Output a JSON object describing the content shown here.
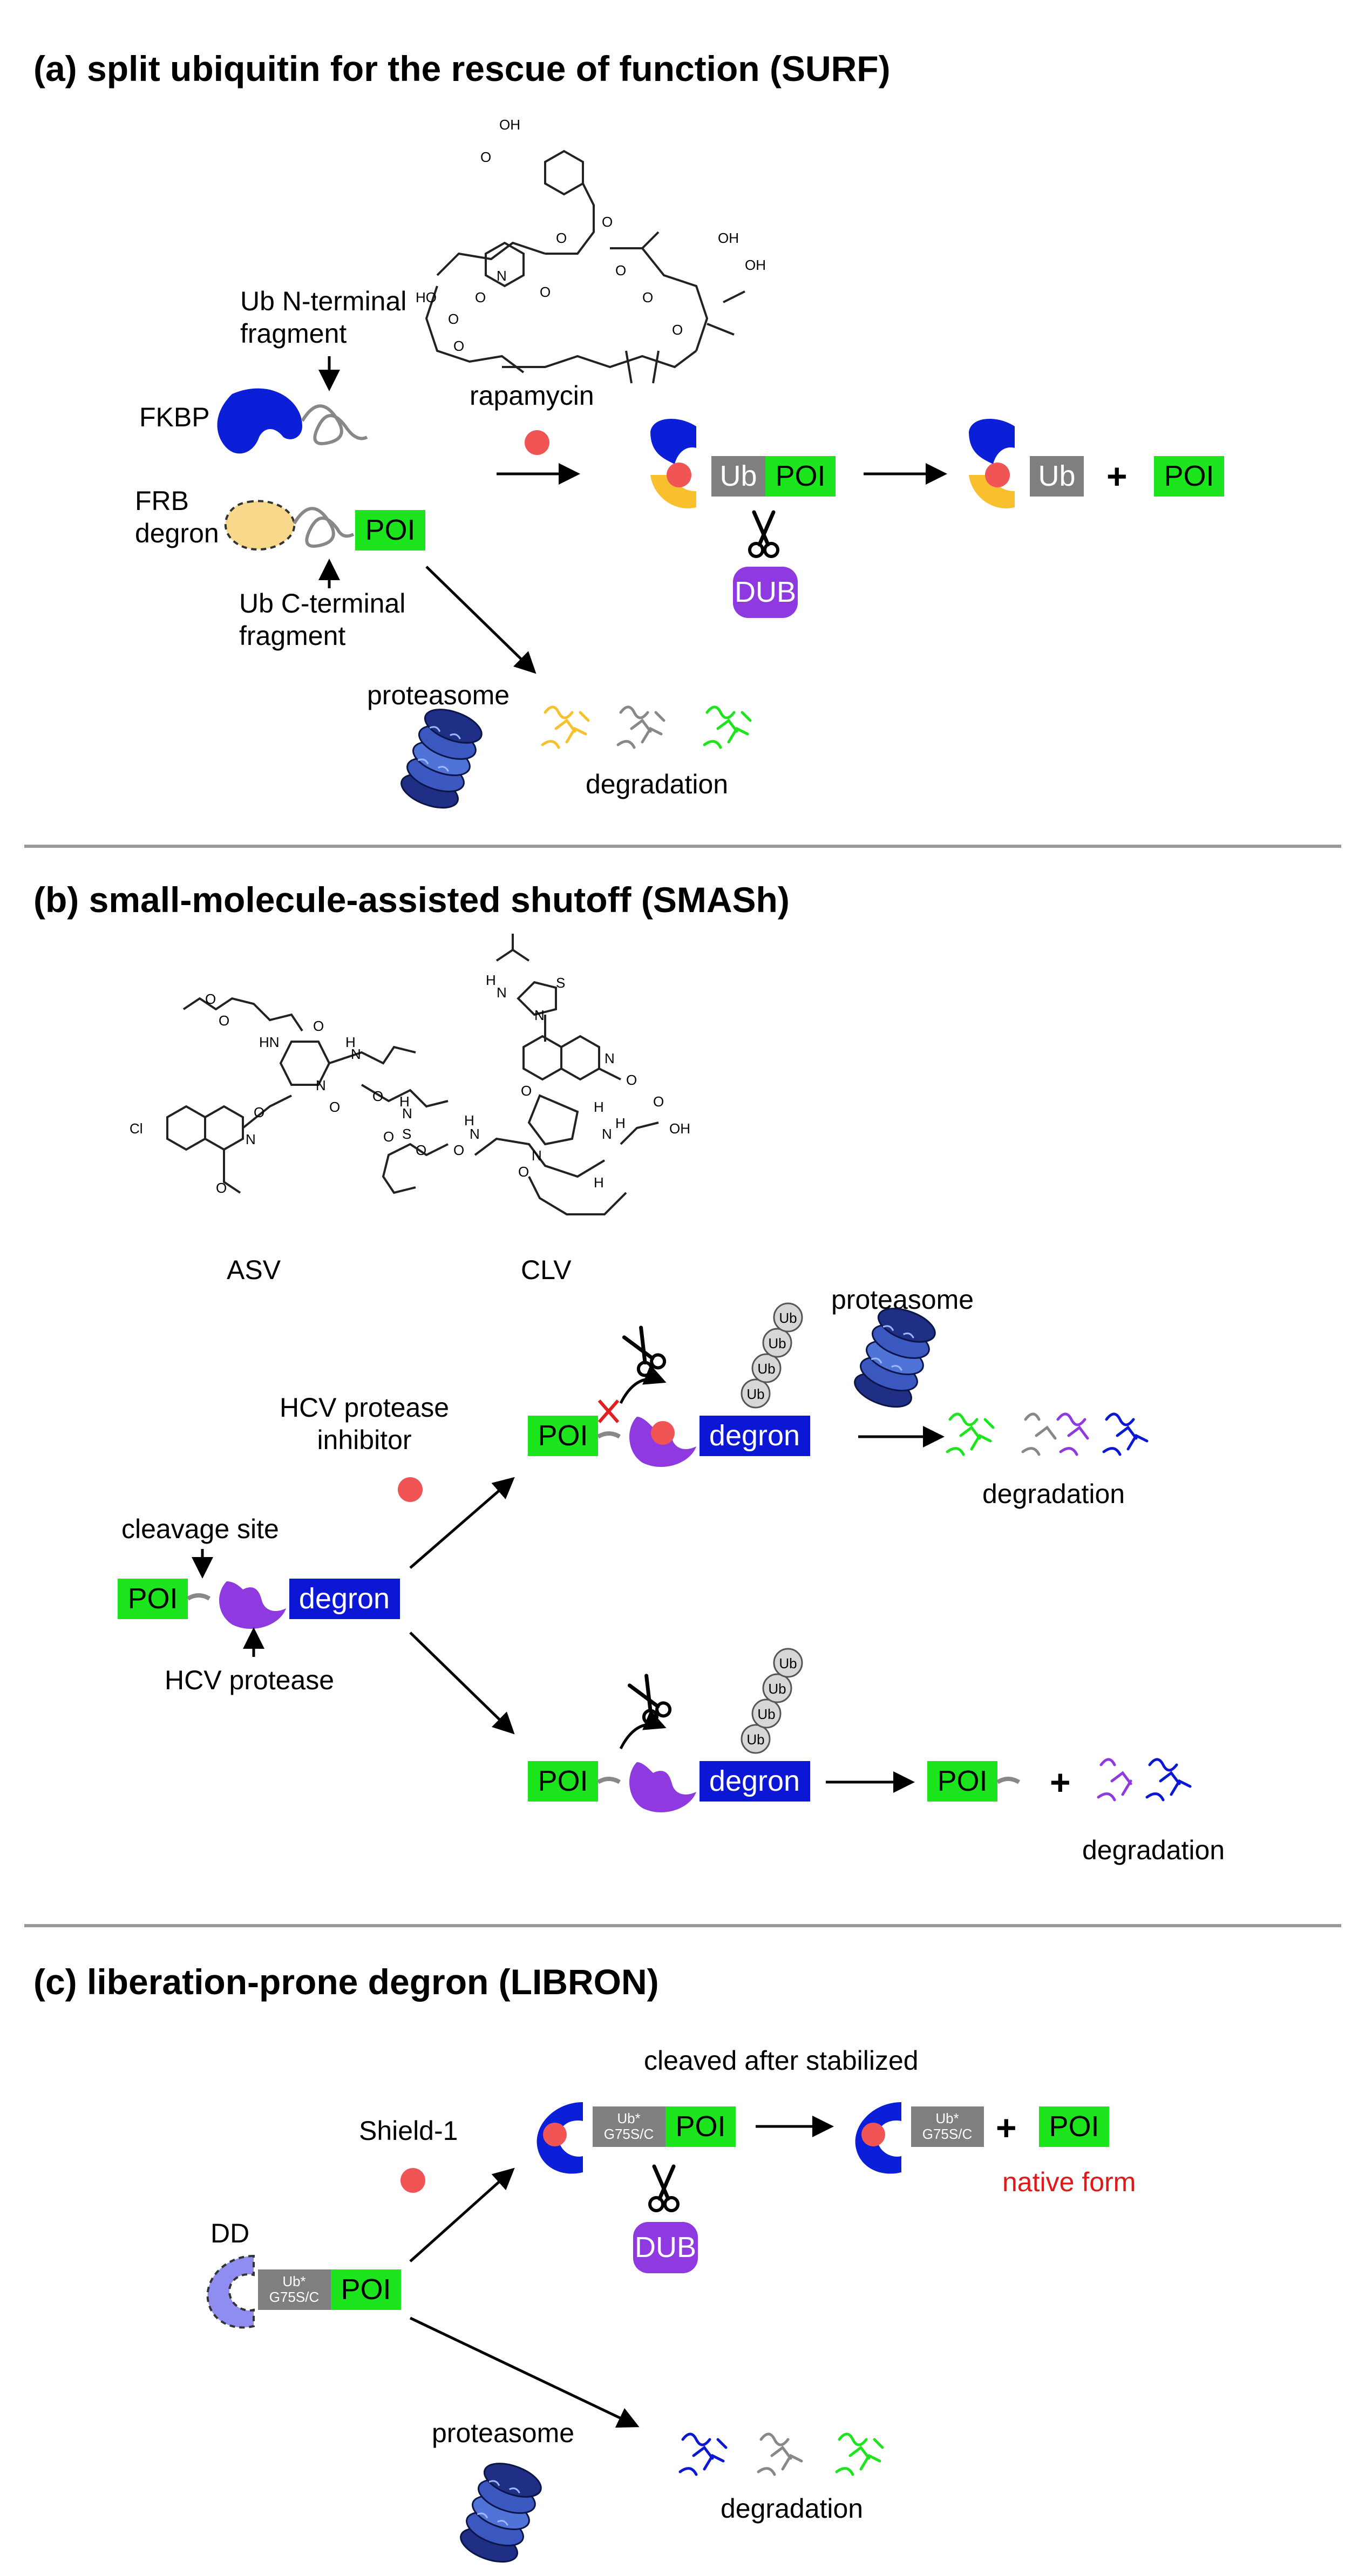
{
  "colors": {
    "poi": "#1de51d",
    "degron": "#0c17d6",
    "fkbp": "#0b1ed8",
    "frb": "#f8c02c",
    "frb_degron": "#f8d88a",
    "ub": "#7f7f7f",
    "dub": "#8e3ae0",
    "hcv_protease": "#8e3ae0",
    "small_molecule": "#f05454",
    "dd": "#8f8ef0",
    "ub_bead": "#d7d7d7",
    "proteasome": "#2a3d9a",
    "native_form_text": "#e01818",
    "divider": "#9a9a9a",
    "cross": "#e02020"
  },
  "panel_a": {
    "title": "(a) split ubiquitin for the rescue of function (SURF)",
    "ub_n_terminal": "Ub N-terminal\nfragment",
    "fkbp": "FKBP",
    "frb_degron": "FRB\ndegron",
    "poi": "POI",
    "ub_c_terminal": "Ub C-terminal\nfragment",
    "rapamycin": "rapamycin",
    "ub": "Ub",
    "dub": "DUB",
    "plus": "+",
    "proteasome": "proteasome",
    "degradation": "degradation",
    "scissors_icon": "scissors-icon",
    "proteasome_icon": "proteasome-icon",
    "chem_labels": [
      "OH",
      "O",
      "O",
      "N",
      "O",
      "O",
      "O",
      "OH",
      "HO",
      "O",
      "O",
      "O",
      "O",
      "OH",
      "O"
    ]
  },
  "panel_b": {
    "title": "(b) small-molecule-assisted shutoff (SMASh)",
    "asv": "ASV",
    "clv": "CLV",
    "hcv_protease_inhibitor": "HCV protease\ninhibitor",
    "cleavage_site": "cleavage site",
    "hcv_protease": "HCV protease",
    "poi": "POI",
    "degron": "degron",
    "ub": "Ub",
    "proteasome": "proteasome",
    "degradation": "degradation",
    "plus": "+",
    "scissors_icon": "scissors-icon",
    "cross_icon": "red-cross-icon",
    "asv_chem_labels": [
      "O",
      "O",
      "HN",
      "O",
      "N",
      "O",
      "H",
      "N",
      "O",
      "H",
      "N",
      "S",
      "O",
      "O",
      "Cl",
      "O",
      "N",
      "O"
    ],
    "clv_chem_labels": [
      "H",
      "N",
      "N",
      "S",
      "O",
      "N",
      "O",
      "O",
      "N",
      "H",
      "N",
      "O",
      "H",
      "N",
      "O",
      "OH",
      "H",
      "H"
    ]
  },
  "panel_c": {
    "title": "(c) liberation-prone degron (LIBRON)",
    "cleaved_after_stabilized": "cleaved after stabilized",
    "shield1": "Shield-1",
    "dd": "DD",
    "ub_star": "Ub*",
    "mutation": "G75S/C",
    "poi": "POI",
    "dub": "DUB",
    "plus": "+",
    "native_form": "native form",
    "proteasome": "proteasome",
    "degradation": "degradation",
    "scissors_icon": "scissors-icon",
    "proteasome_icon": "proteasome-icon"
  }
}
